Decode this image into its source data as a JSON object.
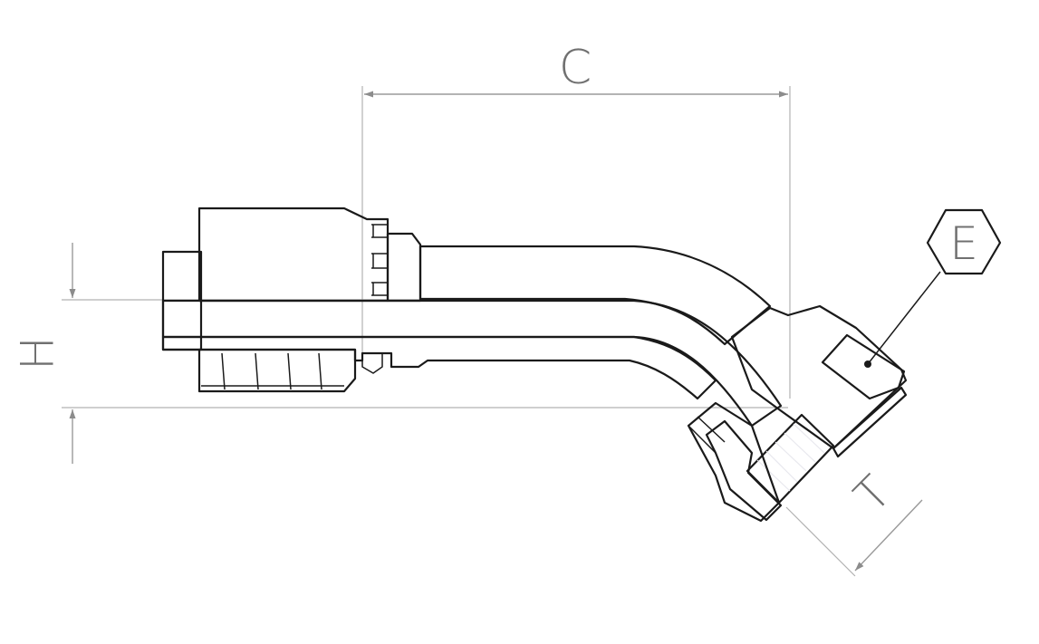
{
  "labels": {
    "dimension_c": "C",
    "dimension_h": "H",
    "dimension_t": "T",
    "hex_e": "E"
  },
  "colors": {
    "outline": "#1a1a1a",
    "dimension": "#9a9a9a",
    "metal_light": "#f4f4f8",
    "metal_dark": "#c5c6cf"
  }
}
